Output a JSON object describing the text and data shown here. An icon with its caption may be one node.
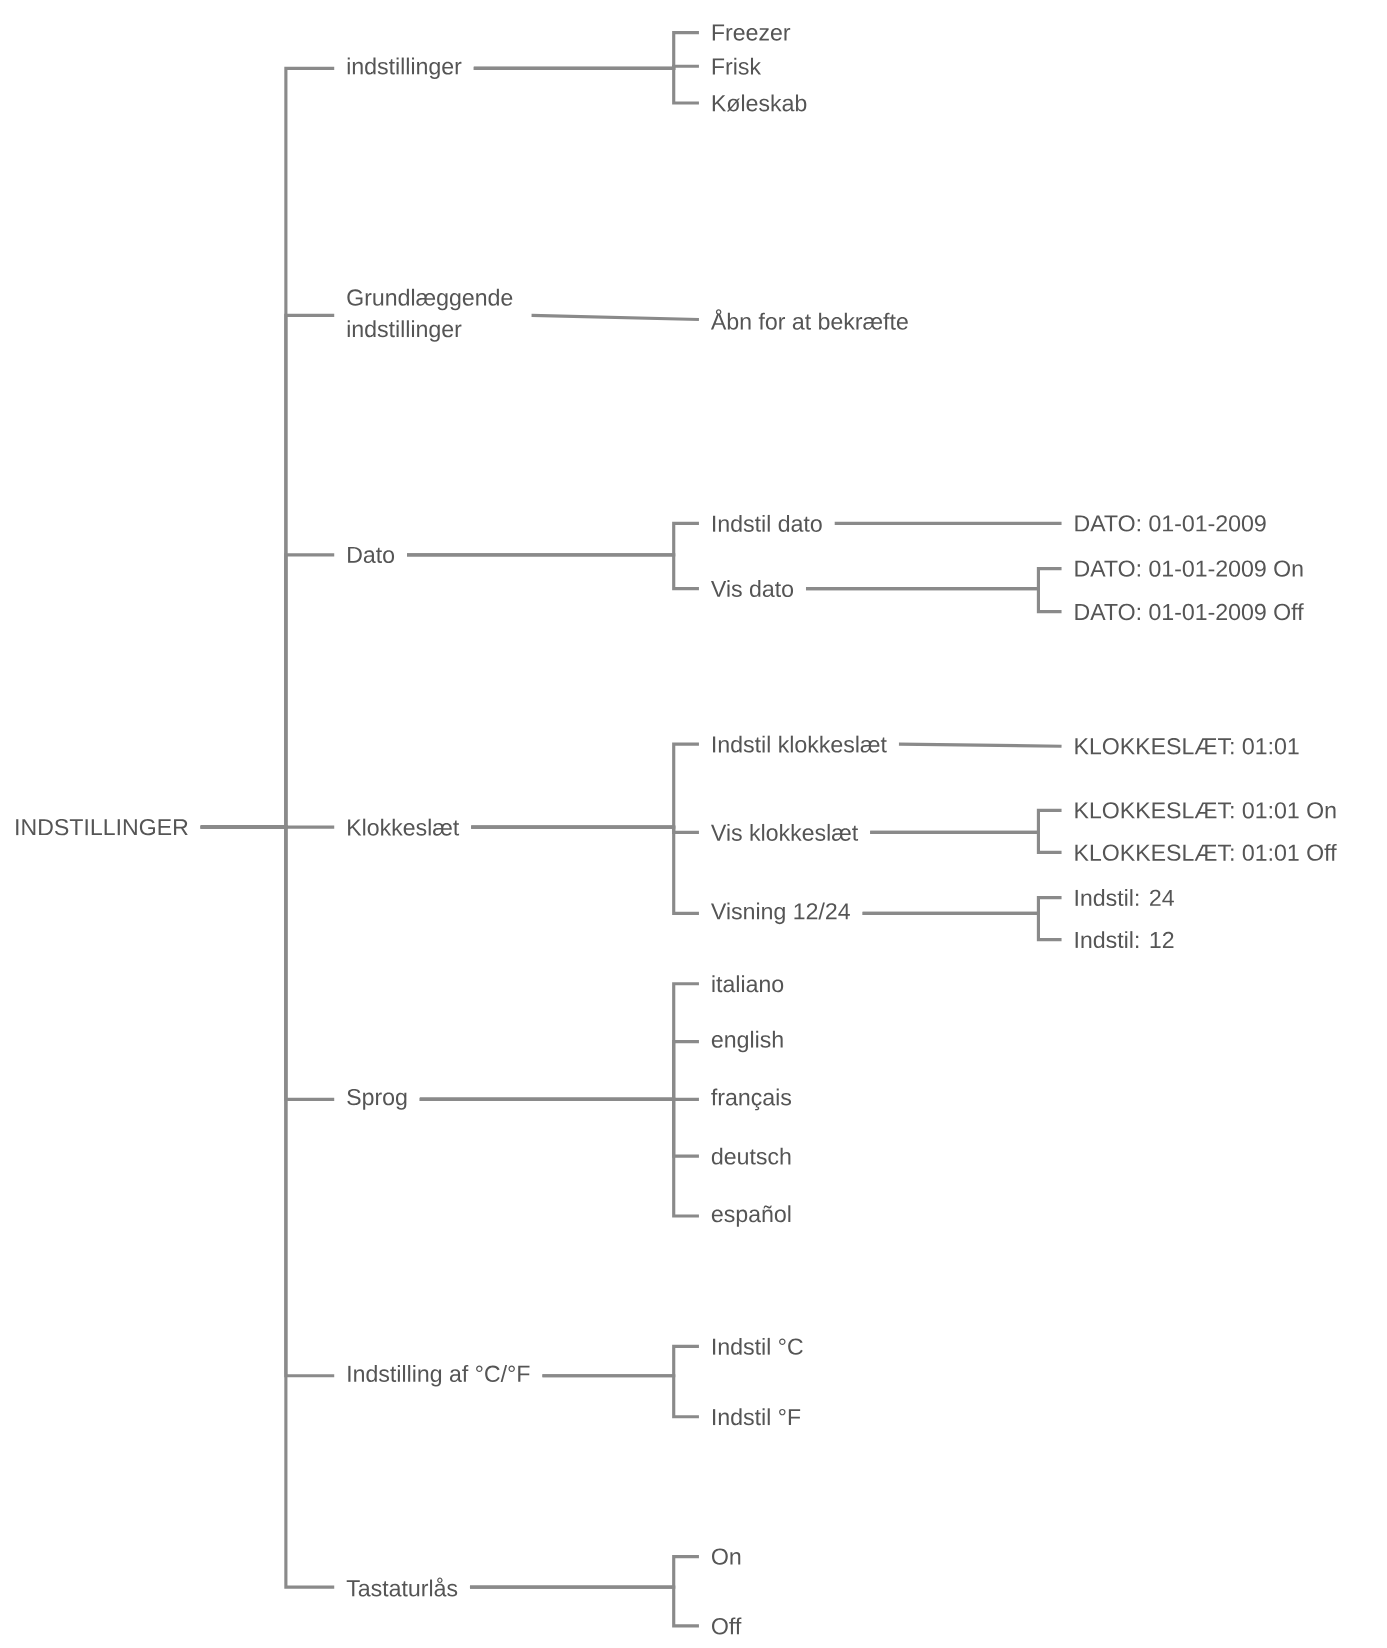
{
  "diagram": {
    "nodes": [
      {
        "text": [
          "INDSTILLINGER"
        ]
      },
      {
        "text": [
          "indstillinger"
        ]
      },
      {
        "text": [
          "Freezer"
        ]
      },
      {
        "text": [
          "Frisk"
        ]
      },
      {
        "text": [
          "Køleskab"
        ]
      },
      {
        "text": [
          "Grundlæggende indstillinger"
        ]
      },
      {
        "text": [
          "Åbn for at bekræfte"
        ]
      },
      {
        "text": [
          "Dato"
        ]
      },
      {
        "text": [
          "Indstil dato"
        ]
      },
      {
        "text": [
          "DATO: 01-01-2009"
        ]
      },
      {
        "text": [
          "Vis dato"
        ]
      },
      {
        "text": [
          "DATO: 01-01-2009 On"
        ]
      },
      {
        "text": [
          "DATO: 01-01-2009 Off"
        ]
      },
      {
        "text": [
          "Klokkeslæt"
        ]
      },
      {
        "text": [
          "Indstil klokkeslæt"
        ]
      },
      {
        "text": [
          "KLOKKESLÆT: 01:01"
        ]
      },
      {
        "text": [
          "Vis klokkeslæt"
        ]
      },
      {
        "text": [
          "KLOKKESLÆT: 01:01 On"
        ]
      },
      {
        "text": [
          "KLOKKESLÆT: 01:01 Off"
        ]
      },
      {
        "text": [
          "Visning 12/24"
        ]
      },
      {
        "text": [
          "Indstil: 24"
        ]
      },
      {
        "text": [
          "Indstil: 12"
        ]
      },
      {
        "text": [
          "Sprog"
        ]
      },
      {
        "text": [
          "italiano"
        ]
      },
      {
        "text": [
          "english"
        ]
      },
      {
        "text": [
          "français"
        ]
      },
      {
        "text": [
          "deutsch"
        ]
      },
      {
        "text": [
          "español"
        ]
      },
      {
        "text": [
          "Indstilling af °C/°F"
        ]
      },
      {
        "text": [
          "Indstil °C"
        ]
      },
      {
        "text": [
          "Indstil °F"
        ]
      },
      {
        "text": [
          "Tastaturlås"
        ]
      },
      {
        "text": [
          "On"
        ]
      },
      {
        "text": [
          "Off"
        ]
      }
    ],
    "edges": [
      {
        "from": 0,
        "to": 1,
        "arrow": "none"
      },
      {
        "from": 0,
        "to": 5,
        "arrow": "none"
      },
      {
        "from": 0,
        "to": 7,
        "arrow": "none"
      },
      {
        "from": 0,
        "to": 13,
        "arrow": "none"
      },
      {
        "from": 0,
        "to": 22,
        "arrow": "none"
      },
      {
        "from": 0,
        "to": 28,
        "arrow": "none"
      },
      {
        "from": 0,
        "to": 31,
        "arrow": "none"
      },
      {
        "from": 1,
        "to": 2,
        "arrow": "none"
      },
      {
        "from": 1,
        "to": 3,
        "arrow": "none"
      },
      {
        "from": 1,
        "to": 4,
        "arrow": "none"
      },
      {
        "from": 5,
        "to": 6,
        "arrow": "none"
      },
      {
        "from": 7,
        "to": 8,
        "arrow": "none"
      },
      {
        "from": 7,
        "to": 10,
        "arrow": "none"
      },
      {
        "from": 8,
        "to": 9,
        "arrow": "none"
      },
      {
        "from": 10,
        "to": 11,
        "arrow": "none"
      },
      {
        "from": 10,
        "to": 12,
        "arrow": "none"
      },
      {
        "from": 13,
        "to": 14,
        "arrow": "none"
      },
      {
        "from": 13,
        "to": 16,
        "arrow": "none"
      },
      {
        "from": 13,
        "to": 19,
        "arrow": "none"
      },
      {
        "from": 14,
        "to": 15,
        "arrow": "none"
      },
      {
        "from": 16,
        "to": 17,
        "arrow": "none"
      },
      {
        "from": 16,
        "to": 18,
        "arrow": "none"
      },
      {
        "from": 19,
        "to": 20,
        "arrow": "none"
      },
      {
        "from": 19,
        "to": 21,
        "arrow": "none"
      },
      {
        "from": 22,
        "to": 23,
        "arrow": "none"
      },
      {
        "from": 22,
        "to": 24,
        "arrow": "none"
      },
      {
        "from": 22,
        "to": 25,
        "arrow": "none"
      },
      {
        "from": 22,
        "to": 26,
        "arrow": "none"
      },
      {
        "from": 22,
        "to": 27,
        "arrow": "none"
      },
      {
        "from": 28,
        "to": 29,
        "arrow": "none"
      },
      {
        "from": 28,
        "to": 30,
        "arrow": "none"
      },
      {
        "from": 31,
        "to": 32,
        "arrow": "none"
      },
      {
        "from": 31,
        "to": 33,
        "arrow": "none"
      }
    ]
  }
}
